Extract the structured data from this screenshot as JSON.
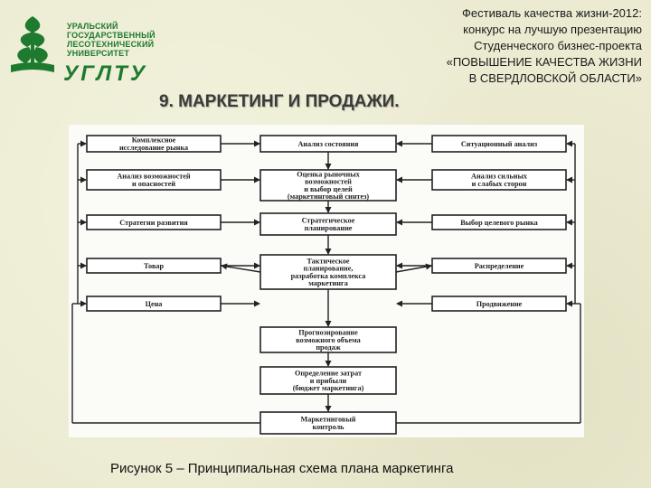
{
  "logo": {
    "lines": [
      "УРАЛЬСКИЙ",
      "ГОСУДАРСТВЕННЫЙ",
      "ЛЕСОТЕХНИЧЕСКИЙ",
      "УНИВЕРСИТЕТ"
    ],
    "word": "УГЛТУ"
  },
  "header": {
    "lines": [
      "Фестиваль качества жизни-2012:",
      "конкурс на лучшую презентацию",
      "Студенческого бизнес-проекта",
      "«ПОВЫШЕНИЕ КАЧЕСТВА ЖИЗНИ",
      "В СВЕРДЛОВСКОЙ ОБЛАСТИ»"
    ]
  },
  "title": "9. МАРКЕТИНГ И ПРОДАЖИ.",
  "diagram": {
    "center": [
      [
        "Анализ состояния"
      ],
      [
        "Оценка рыночных",
        "возможностей",
        "и выбор целей",
        "(маркетинговый синтез)"
      ],
      [
        "Стратегическое",
        "планирование"
      ],
      [
        "Тактическое",
        "планирование,",
        "разработка комплекса",
        "маркетинга"
      ],
      [
        "Прогнозирование",
        "возможного объема",
        "продаж"
      ],
      [
        "Определение затрат",
        "и прибыли",
        "(бюджет маркетинга)"
      ],
      [
        "Маркетинговый",
        "контроль"
      ]
    ],
    "left": [
      [
        "Комплексное",
        "исследование рынка"
      ],
      [
        "Анализ возможностей",
        "и опасностей"
      ],
      [
        "Стратегии развития"
      ],
      [
        "Товар"
      ],
      [
        "Цена"
      ]
    ],
    "right": [
      [
        "Ситуационный анализ"
      ],
      [
        "Анализ сильных",
        "и слабых сторон"
      ],
      [
        "Выбор целевого рынка"
      ],
      [
        "Распределение"
      ],
      [
        "Продвижение"
      ]
    ]
  },
  "caption": "Рисунок 5 – Принципиальная схема плана маркетинга"
}
